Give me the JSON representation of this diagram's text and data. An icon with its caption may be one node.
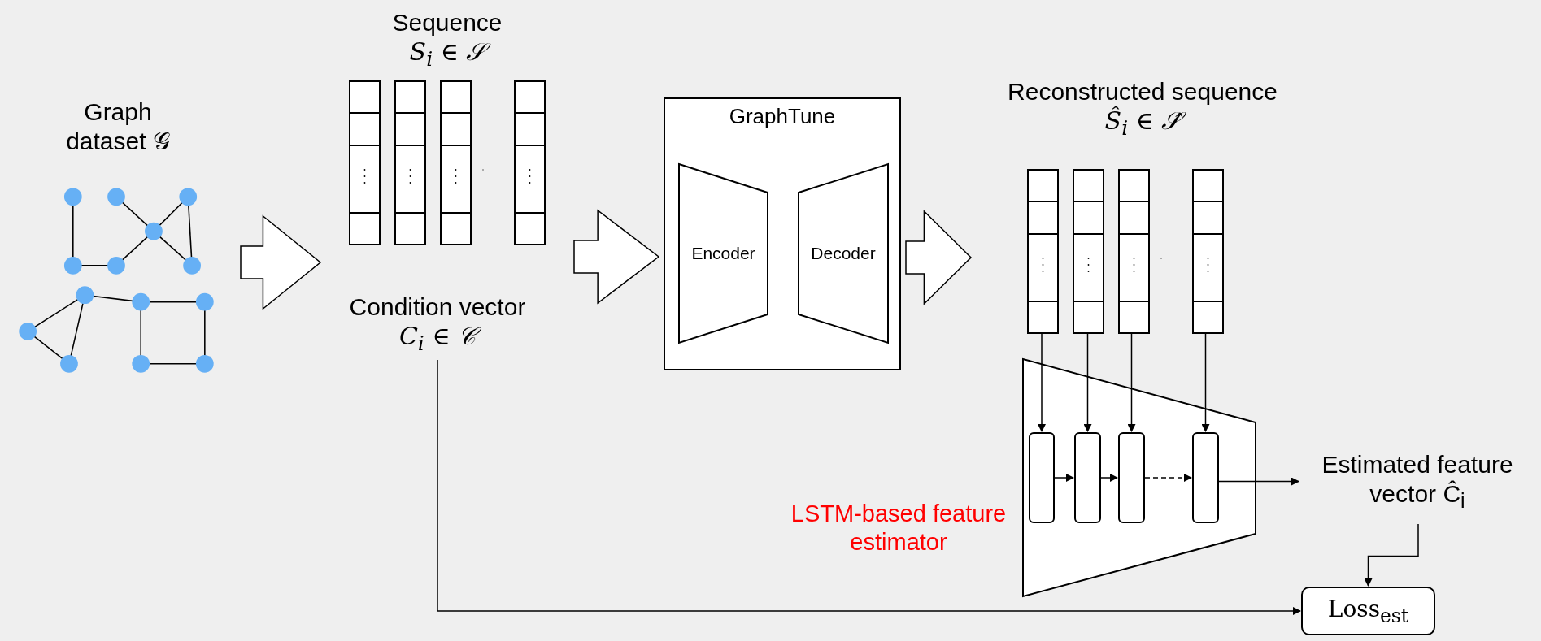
{
  "diagram": {
    "nodes": [
      {
        "text": [
          "Graph dataset 𝒢"
        ]
      },
      {
        "text": [
          "Sequence",
          "S$_{i}$ ∈ 𝒮"
        ]
      },
      {
        "text": [
          "Condition vector",
          "C$_{i}$ ∈ 𝒞"
        ]
      },
      {
        "text": [
          "GraphTune"
        ]
      },
      {
        "text": [
          "Encoder"
        ],
        "in": 3
      },
      {
        "text": [
          "Decoder"
        ],
        "in": 3
      },
      {
        "text": [
          "Reconstructed sequence",
          "Ŝ$_{i}$ ∈ 𝒮̂"
        ]
      },
      {
        "text": [
          "LSTM-based feature estimator"
        ]
      },
      {
        "text": [],
        "shape": "box",
        "in": 7
      },
      {
        "text": [],
        "shape": "box",
        "in": 7
      },
      {
        "text": [],
        "shape": "box",
        "in": 7
      },
      {
        "text": [],
        "shape": "box",
        "in": 7
      },
      {
        "text": [
          "Estimated feature vector Ĉ$_{i}$"
        ]
      },
      {
        "text": [
          "Loss$_{est}$"
        ]
      }
    ],
    "edges": [
      {
        "from": 0,
        "to": 1,
        "arrow": "to"
      },
      {
        "from": 1,
        "to": 3,
        "arrow": "to"
      },
      {
        "from": 3,
        "to": 6,
        "arrow": "to"
      },
      {
        "from": 6,
        "to": 8,
        "arrow": "to"
      },
      {
        "from": 6,
        "to": 9,
        "arrow": "to"
      },
      {
        "from": 6,
        "to": 10,
        "arrow": "to"
      },
      {
        "from": 6,
        "to": 11,
        "arrow": "to"
      },
      {
        "from": 8,
        "to": 9,
        "arrow": "to"
      },
      {
        "from": 9,
        "to": 10,
        "arrow": "to"
      },
      {
        "from": 10,
        "to": 11,
        "arrow": "to",
        "style": "dashed"
      },
      {
        "from": 11,
        "to": 12,
        "arrow": "to"
      },
      {
        "from": 12,
        "to": 13,
        "arrow": "to"
      },
      {
        "from": 2,
        "to": 13,
        "arrow": "to"
      }
    ]
  }
}
